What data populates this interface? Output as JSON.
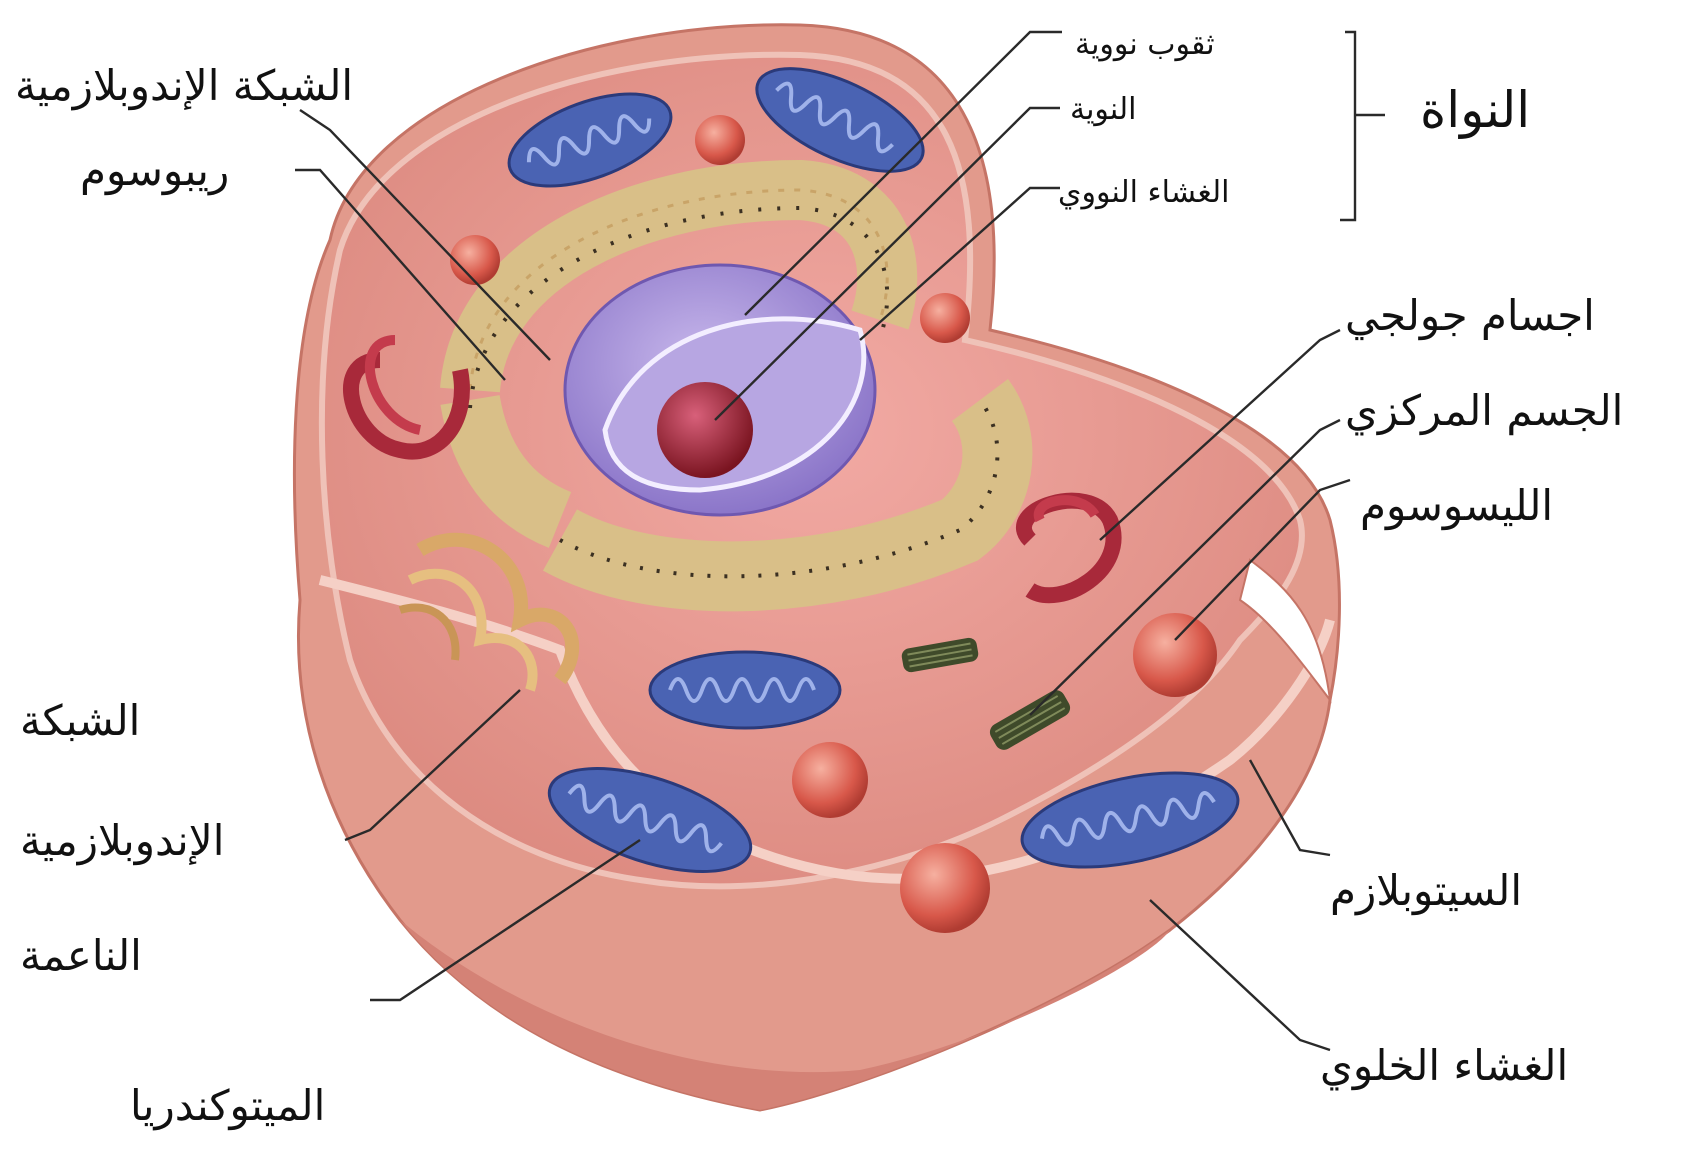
{
  "labels": {
    "nucleus": "النواة",
    "nuclear_pores": "ثقوب نووية",
    "nucleolus": "النوية",
    "nuclear_envelope": "الغشاء النووي",
    "rough_er": "الشبكة الإندوبلازمية",
    "ribosome": "ريبوسوم",
    "golgi": "اجسام جولجي",
    "centrosome": "الجسم المركزي",
    "lysosome": "الليسوسوم",
    "smooth_er_line1": "الشبكة",
    "smooth_er_line2": "الإندوبلازمية",
    "smooth_er_line3": "الناعمة",
    "cytoplasm": "السيتوبلازم",
    "cell_membrane": "الغشاء الخلوي",
    "mitochondria": "الميتوكندريا"
  }
}
